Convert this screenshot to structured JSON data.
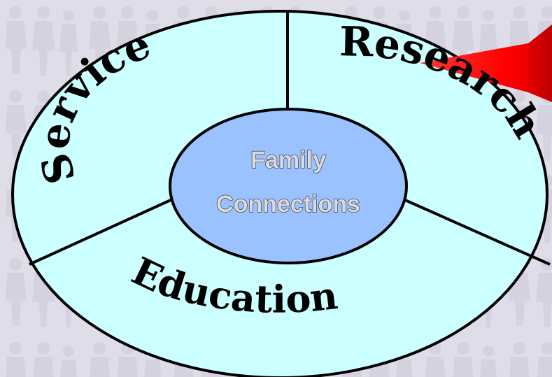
{
  "diagram": {
    "center": {
      "line1": "Family",
      "line2": "Connections"
    },
    "segments": [
      {
        "label": "Service"
      },
      {
        "label": "Research"
      },
      {
        "label": "Education"
      }
    ],
    "colors": {
      "background": "#dedde8",
      "outer_fill": "#ccffff",
      "center_fill": "#99c2ff",
      "arrow_fill": "#ff1a1a",
      "stroke": "#000000"
    },
    "background_pattern": "faint silhouettes of people"
  }
}
